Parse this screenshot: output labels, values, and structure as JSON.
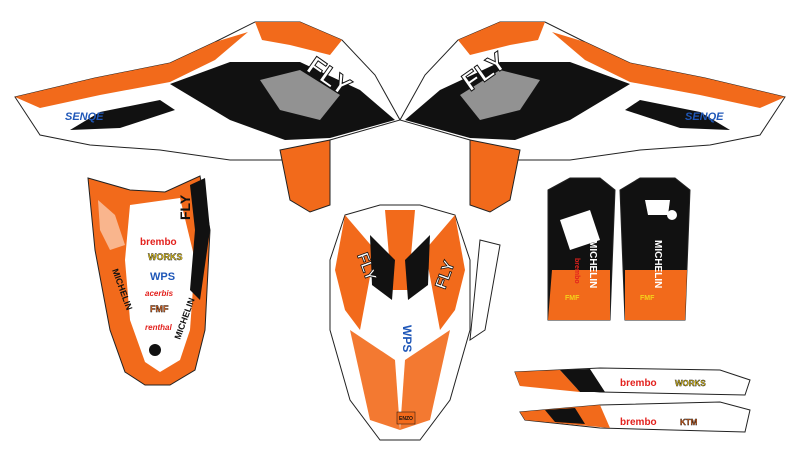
{
  "colors": {
    "orange": "#f26a1b",
    "black": "#111111",
    "white": "#ffffff",
    "grey": "#c9c9c9",
    "red": "#e3211d",
    "yellow": "#f5d21a",
    "blue": "#1f57b8"
  },
  "decals": {
    "shroud_left_sponsor": "SENQE",
    "shroud_right_sponsor": "SENQE",
    "brand_mark": "FLY",
    "sponsors": {
      "brembo": "brembo",
      "works": "WORKS",
      "wps": "WPS",
      "michelin": "MICHELIN",
      "acerbis": "acerbis",
      "fmf": "FMF",
      "renthal": "renthal",
      "enzo": "ENZO",
      "ktm": "KTM"
    }
  }
}
